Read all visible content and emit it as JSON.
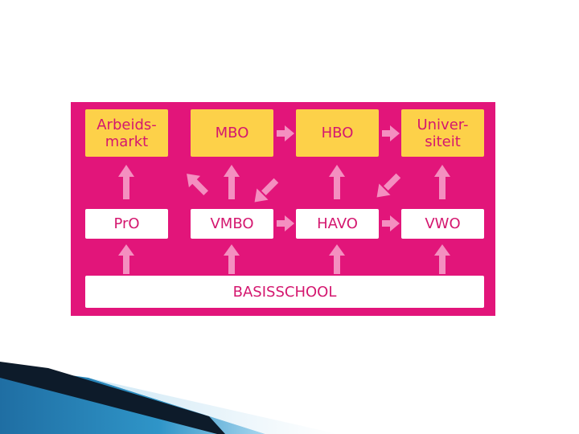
{
  "diagram": {
    "top_row": {
      "arbeidsmarkt": "Arbeids-\nmarkt",
      "mbo": "MBO",
      "hbo": "HBO",
      "universiteit": "Univer-\nsiteit"
    },
    "middle_row": {
      "pro": "PrO",
      "vmbo": "VMBO",
      "havo": "HAVO",
      "vwo": "VWO"
    },
    "bottom_row": {
      "basisschool": "BASISSCHOOL"
    }
  },
  "colors": {
    "background": "#e2157a",
    "top_box_fill": "#fdd149",
    "lower_box_fill": "#ffffff",
    "arrow": "#f48fc0"
  }
}
